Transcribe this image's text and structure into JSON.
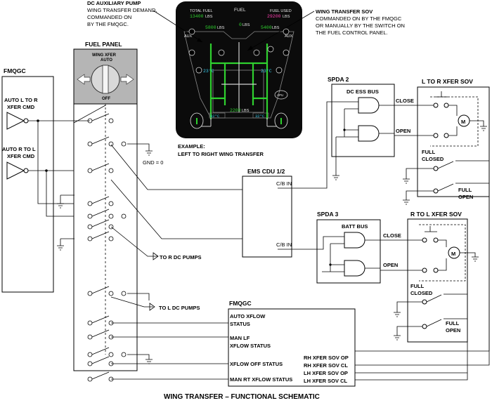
{
  "fmqgc_left": {
    "title": "FMQGC",
    "cmd1": [
      "AUTO L TO R",
      "XFER CMD"
    ],
    "cmd2": [
      "AUTO R TO L",
      "XFER CMD"
    ]
  },
  "fuel_panel": {
    "title": "FUEL PANEL",
    "knob_top": [
      "WING XFER",
      "AUTO"
    ],
    "knob_off": "OFF"
  },
  "gnd_label": "GND = 0",
  "to_r_pumps": "TO R DC PUMPS",
  "to_l_pumps": "TO L DC PUMPS",
  "ems": {
    "title": "EMS CDU 1/2",
    "cb1": "C/B IN",
    "cb2": "C/B IN"
  },
  "spda2": {
    "title": "SPDA 2",
    "bus": "DC ESS BUS"
  },
  "spda3": {
    "title": "SPDA 3",
    "bus": "BATT BUS"
  },
  "sov_lr": {
    "title": "L TO R XFER SOV",
    "close": "CLOSE",
    "open": "OPEN",
    "full_closed": [
      "FULL",
      "CLOSED"
    ],
    "full_open": [
      "FULL",
      "OPEN"
    ],
    "motor": "M"
  },
  "sov_rl": {
    "title": "R TO L XFER SOV",
    "close": "CLOSE",
    "open": "OPEN",
    "full_closed": [
      "FULL",
      "CLOSED"
    ],
    "full_open": [
      "FULL",
      "OPEN"
    ],
    "motor": "M"
  },
  "fmqgc_bottom": {
    "title": "FMQGC",
    "left": [
      "AUTO XFLOW",
      "STATUS",
      "MAN LF",
      "XFLOW STATUS",
      "XFLOW OFF STATUS",
      "MAN RT XFLOW STATUS"
    ],
    "right": [
      "RH XFER SOV OP",
      "RH XFER SOV CL",
      "LH XFER SOV OP",
      "LH XFER SOV CL"
    ]
  },
  "callouts": {
    "pump": [
      "DC AUXILIARY PUMP",
      "WING TRANSFER DEMAND,",
      "COMMANDED ON",
      "BY THE FMQGC."
    ],
    "sov": [
      "WING TRANSFER SOV",
      "COMMANDED ON BY THE FMQGC",
      "OR MANUALLY BY THE SWITCH ON",
      "THE FUEL CONTROL PANEL."
    ],
    "example": [
      "EXAMPLE:",
      "LEFT TO RIGHT WING TRANSFER"
    ]
  },
  "display": {
    "title": "FUEL",
    "total_label": "TOTAL FUEL",
    "total_value": "13400",
    "total_unit": "LBS",
    "used_label": "FUEL USED",
    "used_value": "29200",
    "used_unit": "LBS",
    "left_tank": "5800",
    "center_tank": "0",
    "right_tank": "5400",
    "tank_unit": "LBS",
    "aux_l": "AUX",
    "aux_r": "AUX",
    "apu": "APU",
    "temp_l": "23°C",
    "temp_r": "23°C",
    "temp_c": "32°C",
    "temp_c2": "32°C",
    "aft": "2200",
    "aft_unit": "LBS",
    "colors": {
      "bg": "#0b0b0b",
      "green": "#2fd12f",
      "cyan": "#35c8e8",
      "magenta": "#ff3fb0",
      "line": "#8a8a8a"
    }
  },
  "footer": "WING TRANSFER – FUNCTIONAL SCHEMATIC"
}
